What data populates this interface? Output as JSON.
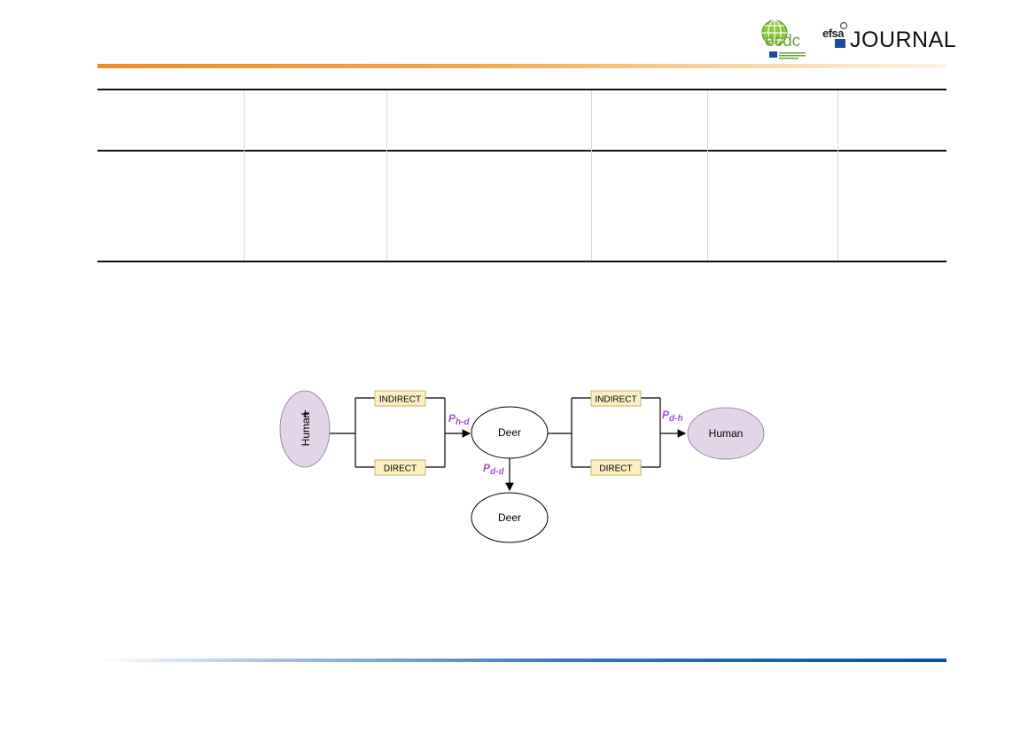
{
  "header": {
    "ecdc_logo_text": "ecdc",
    "efsa_logo_text": "efsa",
    "journal_title": "JOURNAL"
  },
  "diagram": {
    "source_node": "Human",
    "source_marker": "+",
    "route_left_top": "INDIRECT",
    "route_left_bottom": "DIRECT",
    "prob_h_d": {
      "p": "P",
      "sub": "h-d"
    },
    "middle_node": "Deer",
    "prob_d_d": {
      "p": "P",
      "sub": "d-d"
    },
    "bottom_node": "Deer",
    "route_right_top": "INDIRECT",
    "route_right_bottom": "DIRECT",
    "prob_d_h": {
      "p": "P",
      "sub": "d-h"
    },
    "target_node": "Human"
  },
  "colors": {
    "human_fill": "#e2d5e8",
    "route_fill": "#fdf0c4",
    "probability_label": "#a24fd6",
    "top_rule": "#ef8d22",
    "bottom_rule": "#0c4d9b"
  }
}
